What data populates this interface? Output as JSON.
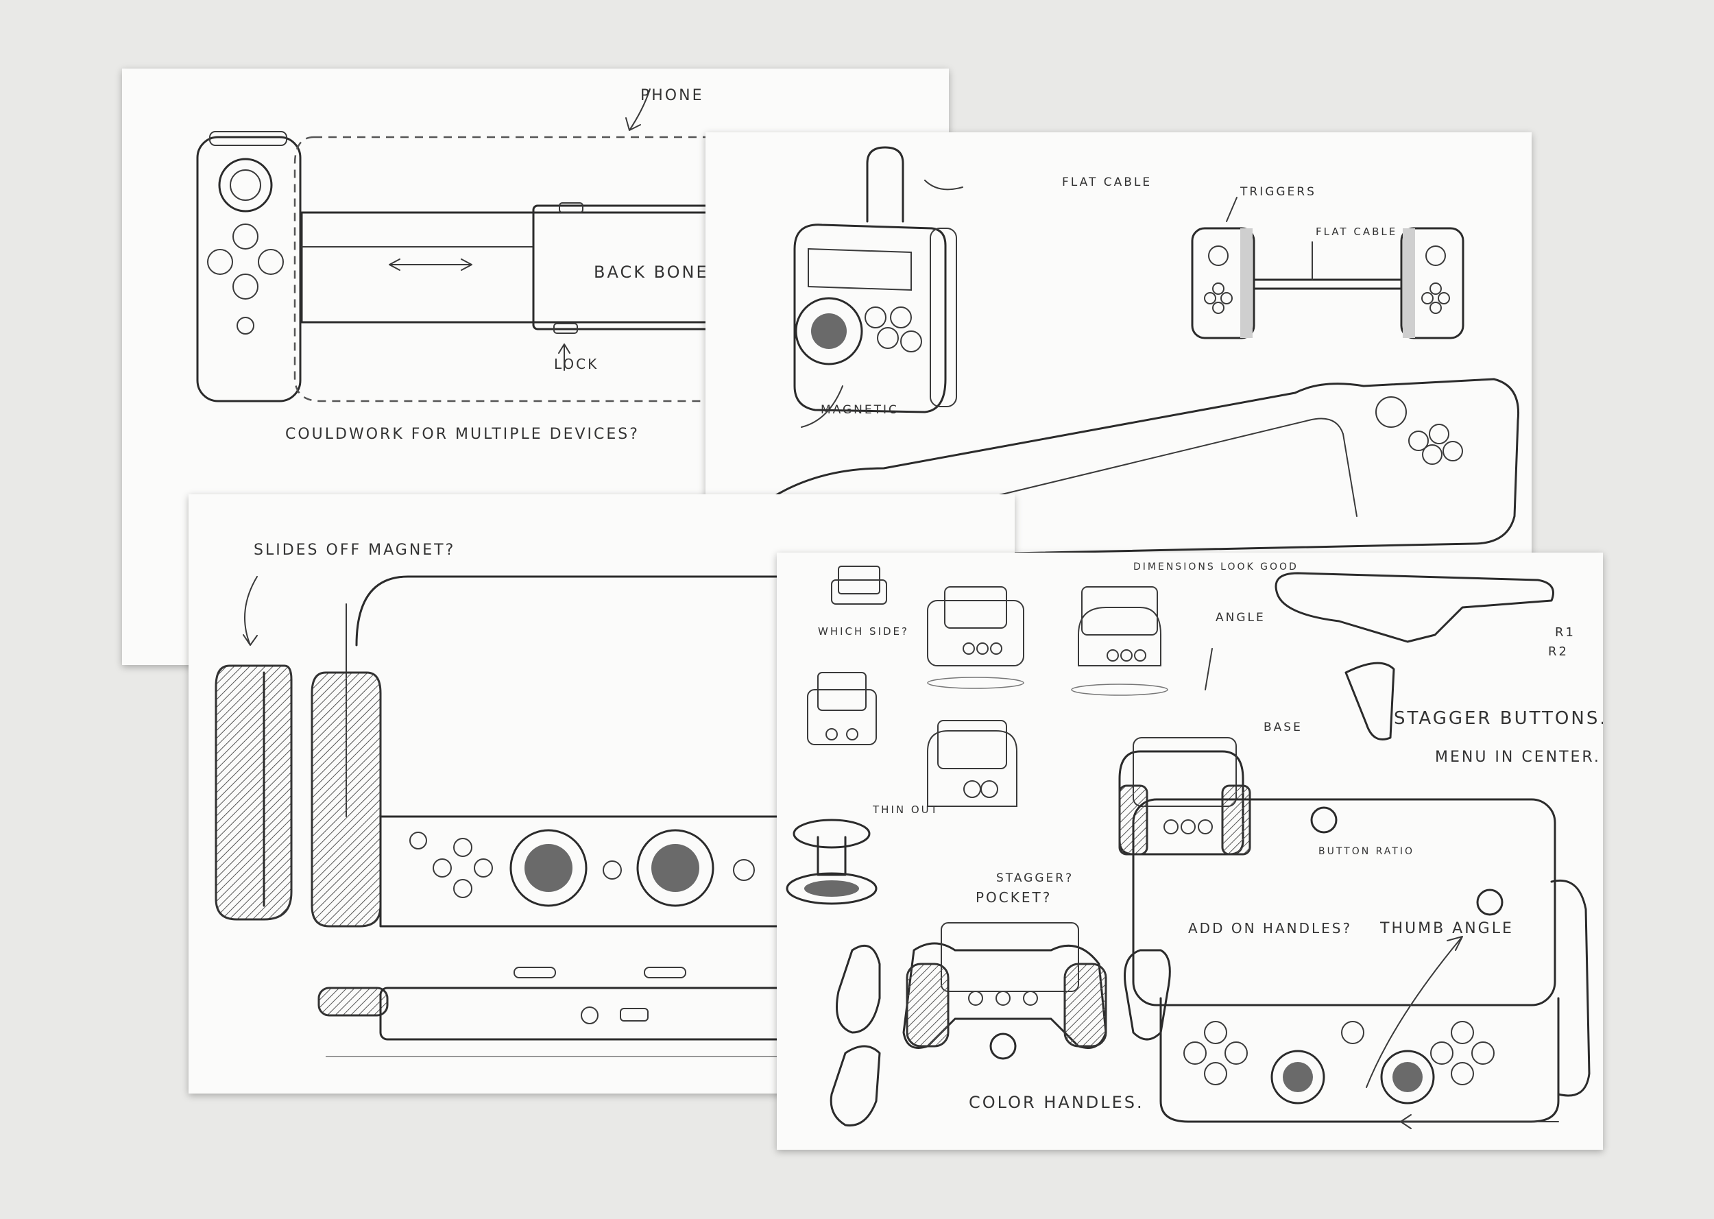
{
  "sheets": {
    "sheet1": {
      "labels": {
        "phone": "PHONE",
        "backbone": "BACK BONE",
        "lock": "LOCK",
        "question": "COULDWORK FOR MULTIPLE DEVICES?"
      }
    },
    "sheet2": {
      "labels": {
        "flat_cable_1": "FLAT CABLE",
        "triggers": "TRIGGERS",
        "flat_cable_2": "FLAT CABLE",
        "magnetic": "MAGNETIC"
      }
    },
    "sheet3": {
      "labels": {
        "slides_off": "SLIDES OFF MAGNET?"
      }
    },
    "sheet4": {
      "labels": {
        "dimensions": "DIMENSIONS LOOK GOOD",
        "angle": "ANGLE",
        "r1": "R1",
        "r2": "R2",
        "which_side": "WHICH SIDE?",
        "base": "BASE",
        "stagger_buttons": "STAGGER BUTTONS.",
        "menu_center": "MENU IN CENTER.",
        "thin_out": "THIN OUT",
        "button_ratio": "BUTTON RATIO",
        "stagger_q": "STAGGER?",
        "pocket": "POCKET?",
        "add_on_handles": "ADD ON HANDLES?",
        "thumb_angle": "THUMB ANGLE",
        "color_handles": "COLOR HANDLES."
      }
    }
  },
  "colors": {
    "background": "#e9e9e7",
    "paper": "#fbfbfa",
    "ink": "#2b2b2b"
  }
}
